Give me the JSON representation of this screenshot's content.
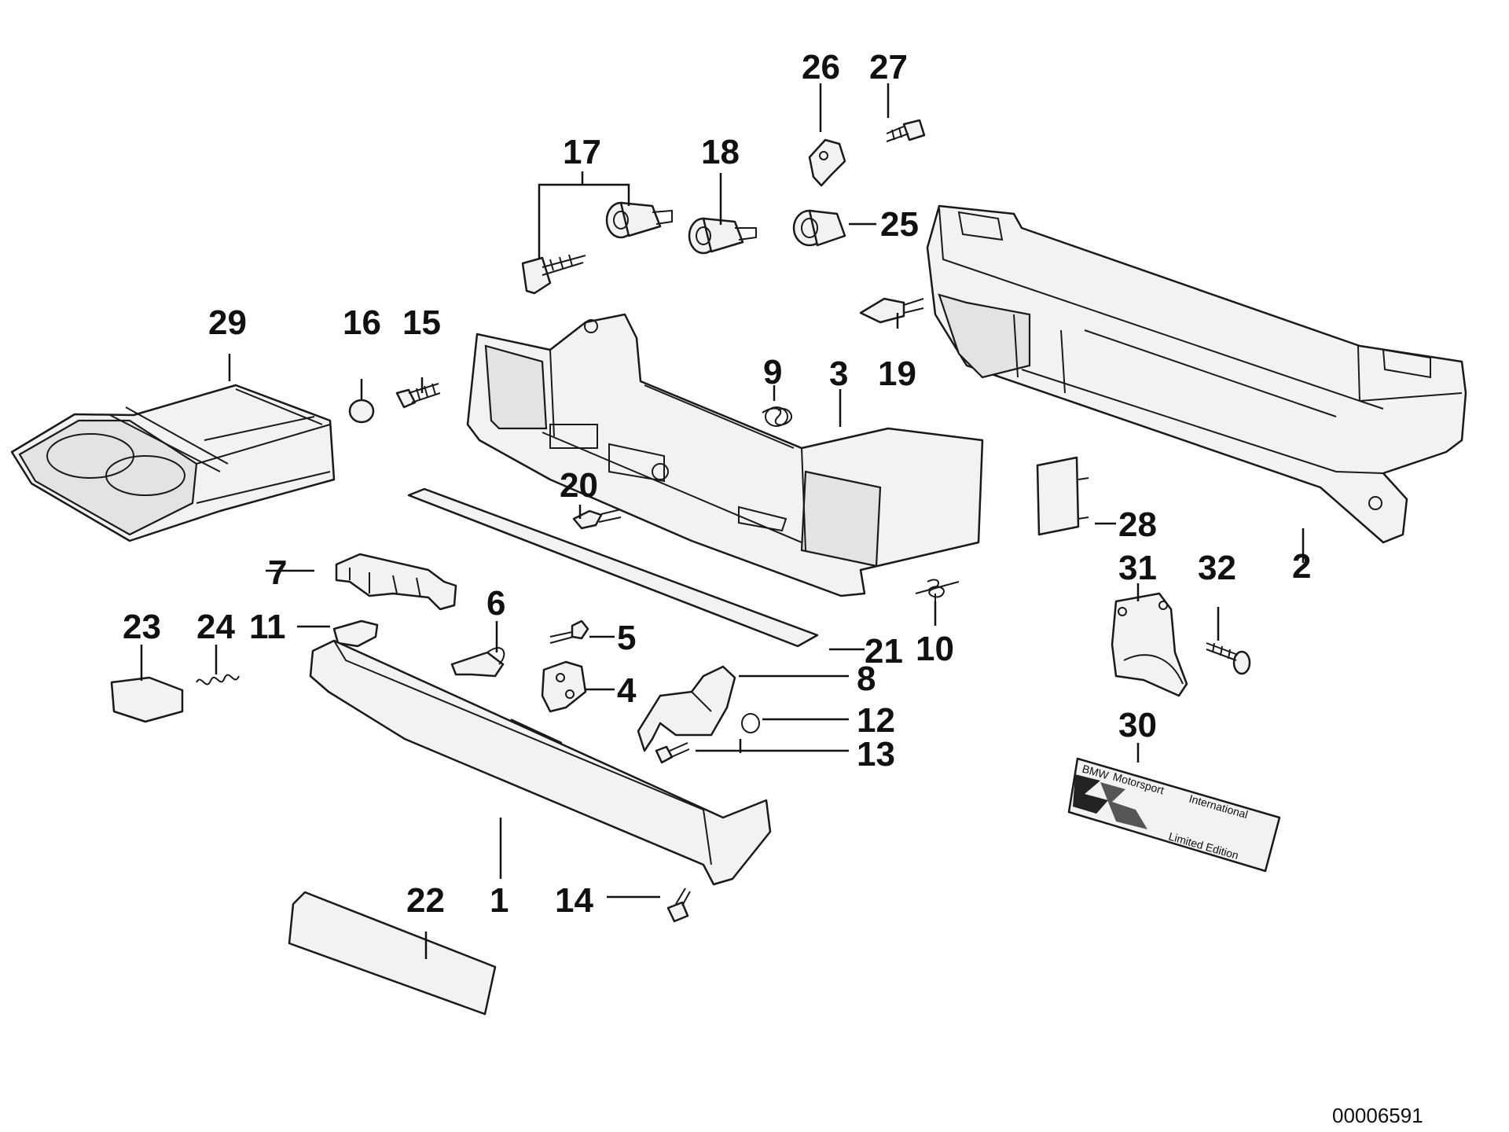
{
  "callouts": [
    {
      "id": "c1",
      "text": "1"
    },
    {
      "id": "c2",
      "text": "2"
    },
    {
      "id": "c3",
      "text": "3"
    },
    {
      "id": "c4",
      "text": "4"
    },
    {
      "id": "c5",
      "text": "5"
    },
    {
      "id": "c6",
      "text": "6"
    },
    {
      "id": "c7",
      "text": "7"
    },
    {
      "id": "c8",
      "text": "8"
    },
    {
      "id": "c9",
      "text": "9"
    },
    {
      "id": "c10",
      "text": "10"
    },
    {
      "id": "c11",
      "text": "11"
    },
    {
      "id": "c12",
      "text": "12"
    },
    {
      "id": "c13",
      "text": "13"
    },
    {
      "id": "c14",
      "text": "14"
    },
    {
      "id": "c15",
      "text": "15"
    },
    {
      "id": "c16",
      "text": "16"
    },
    {
      "id": "c17",
      "text": "17"
    },
    {
      "id": "c18",
      "text": "18"
    },
    {
      "id": "c19",
      "text": "19"
    },
    {
      "id": "c20",
      "text": "20"
    },
    {
      "id": "c21",
      "text": "21"
    },
    {
      "id": "c22",
      "text": "22"
    },
    {
      "id": "c23",
      "text": "23"
    },
    {
      "id": "c24",
      "text": "24"
    },
    {
      "id": "c25",
      "text": "25"
    },
    {
      "id": "c26",
      "text": "26"
    },
    {
      "id": "c27",
      "text": "27"
    },
    {
      "id": "c28",
      "text": "28"
    },
    {
      "id": "c29",
      "text": "29"
    },
    {
      "id": "c30",
      "text": "30"
    },
    {
      "id": "c31",
      "text": "31"
    },
    {
      "id": "c32",
      "text": "32"
    }
  ],
  "badge": {
    "line1": "BMW",
    "line2": "Motorsport",
    "line3": "International",
    "line4": "Limited Edition"
  },
  "document_id": "00006591"
}
